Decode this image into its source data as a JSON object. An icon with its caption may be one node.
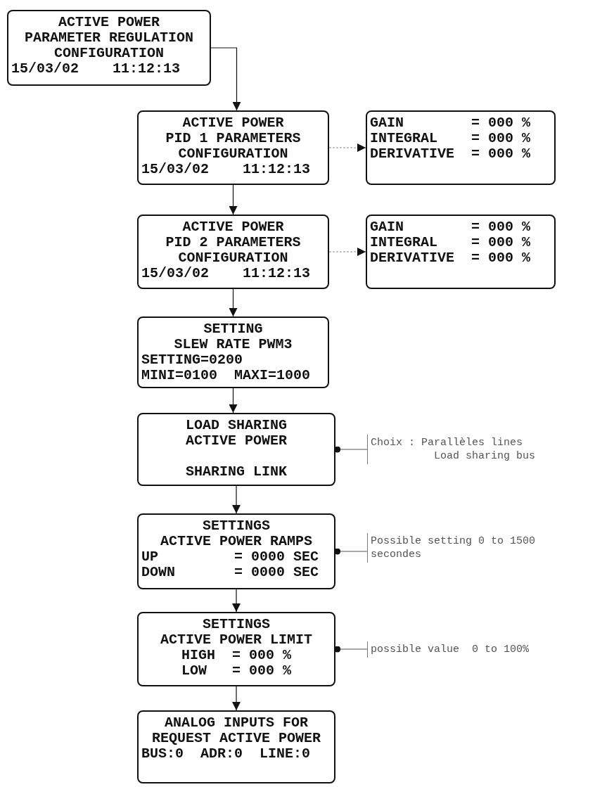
{
  "diagram": {
    "nodes": [
      {
        "text": [
          "ACTIVE POWER",
          "PARAMETER REGULATION",
          "CONFIGURATION",
          "15/03/02    11:12:13"
        ]
      },
      {
        "text": [
          "ACTIVE POWER",
          "PID 1 PARAMETERS",
          "CONFIGURATION",
          "15/03/02    11:12:13"
        ]
      },
      {
        "text": [
          "GAIN        = 000 %",
          "INTEGRAL    = 000 %",
          "DERIVATIVE  = 000 %"
        ]
      },
      {
        "text": [
          "ACTIVE POWER",
          "PID 2 PARAMETERS",
          "CONFIGURATION",
          "15/03/02    11:12:13"
        ]
      },
      {
        "text": [
          "GAIN        = 000 %",
          "INTEGRAL    = 000 %",
          "DERIVATIVE  = 000 %"
        ]
      },
      {
        "text": [
          "SETTING",
          "SLEW RATE PWM3",
          "SETTING=0200",
          "MINI=0100  MAXI=1000"
        ]
      },
      {
        "text": [
          "LOAD SHARING",
          "ACTIVE POWER",
          "SHARING LINK"
        ]
      },
      {
        "text": [
          "Choix : Parallèles lines",
          "Load sharing bus"
        ]
      },
      {
        "text": [
          "SETTINGS",
          "ACTIVE POWER RAMPS",
          "UP         = 0000 SEC",
          "DOWN       = 0000 SEC"
        ]
      },
      {
        "text": [
          "Possible setting 0 to 1500 secondes"
        ]
      },
      {
        "text": [
          "SETTINGS",
          "ACTIVE POWER LIMIT",
          "HIGH  = 000 %",
          "LOW   = 000 %"
        ]
      },
      {
        "text": [
          "possible value  0 to 100%"
        ]
      },
      {
        "text": [
          "ANALOG INPUTS FOR",
          "REQUEST ACTIVE POWER",
          "BUS:0  ADR:0  LINE:0"
        ]
      }
    ],
    "edges": [
      {
        "from": 0,
        "to": 1,
        "arrow": "to"
      },
      {
        "from": 1,
        "to": 2,
        "arrow": "to",
        "style": "dashed",
        "color": "#888888"
      },
      {
        "from": 1,
        "to": 3,
        "arrow": "to"
      },
      {
        "from": 3,
        "to": 4,
        "arrow": "to",
        "style": "dashed",
        "color": "#888888"
      },
      {
        "from": 3,
        "to": 5,
        "arrow": "to"
      },
      {
        "from": 5,
        "to": 6,
        "arrow": "to"
      },
      {
        "from": 7,
        "to": 6,
        "arrow": "other",
        "color": "#555555"
      },
      {
        "from": 6,
        "to": 8,
        "arrow": "to"
      },
      {
        "from": 9,
        "to": 8,
        "arrow": "other",
        "color": "#555555"
      },
      {
        "from": 8,
        "to": 10,
        "arrow": "to"
      },
      {
        "from": 11,
        "to": 10,
        "arrow": "other",
        "color": "#555555"
      },
      {
        "from": 10,
        "to": 12,
        "arrow": "to"
      }
    ]
  }
}
